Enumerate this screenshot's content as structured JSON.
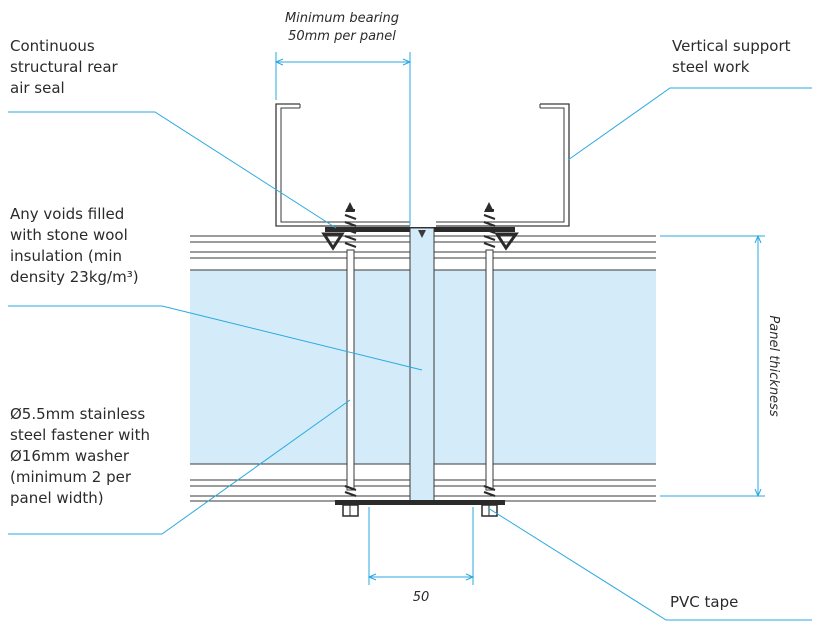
{
  "labels": {
    "air_seal": "Continuous\nstructural rear\nair seal",
    "support": "Vertical support\nsteel work",
    "insulation": "Any voids filled\nwith stone wool\ninsulation (min\ndensity 23kg/m³)",
    "fastener": "Ø5.5mm stainless\nsteel fastener with\nØ16mm washer\n(minimum 2 per\npanel width)",
    "pvc_tape": "PVC tape"
  },
  "dimensions": {
    "bearing": "Minimum bearing\n50mm per panel",
    "panel_thickness": "Panel thickness",
    "bottom_width": "50"
  },
  "colors": {
    "leader": "#29a9e0",
    "insulation_fill": "#d4ecf9",
    "line": "#3a3a3a",
    "text": "#2b2b2b"
  }
}
